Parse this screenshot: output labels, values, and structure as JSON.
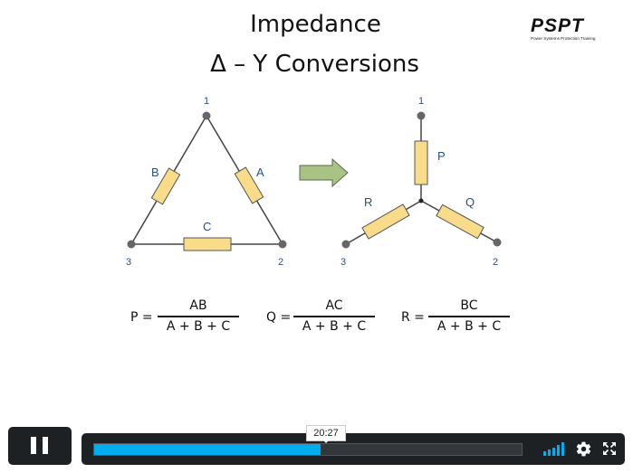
{
  "slide": {
    "title_line1": "Impedance",
    "title_line2": "Δ – Y Conversions",
    "logo_text": "PSPT",
    "logo_subtext": "Power Systems Protection Training"
  },
  "delta": {
    "labels": {
      "a": "A",
      "b": "B",
      "c": "C"
    },
    "nodes": {
      "n1": "1",
      "n2": "2",
      "n3": "3"
    }
  },
  "wye": {
    "labels": {
      "p": "P",
      "q": "Q",
      "r": "R"
    },
    "nodes": {
      "n1": "1",
      "n2": "2",
      "n3": "3"
    }
  },
  "formulas": [
    {
      "lhs": "P =",
      "numerator": "AB",
      "denominator": "A + B + C"
    },
    {
      "lhs": "Q =",
      "numerator": "AC",
      "denominator": "A + B + C"
    },
    {
      "lhs": "R =",
      "numerator": "BC",
      "denominator": "A + B + C"
    }
  ],
  "player": {
    "time_tooltip": "20:27",
    "progress_fraction": 0.53,
    "accent_color": "#00adef",
    "icons": {
      "play": "pause-icon",
      "volume": "volume-icon",
      "settings": "gear-icon",
      "fullscreen": "fullscreen-icon"
    }
  }
}
